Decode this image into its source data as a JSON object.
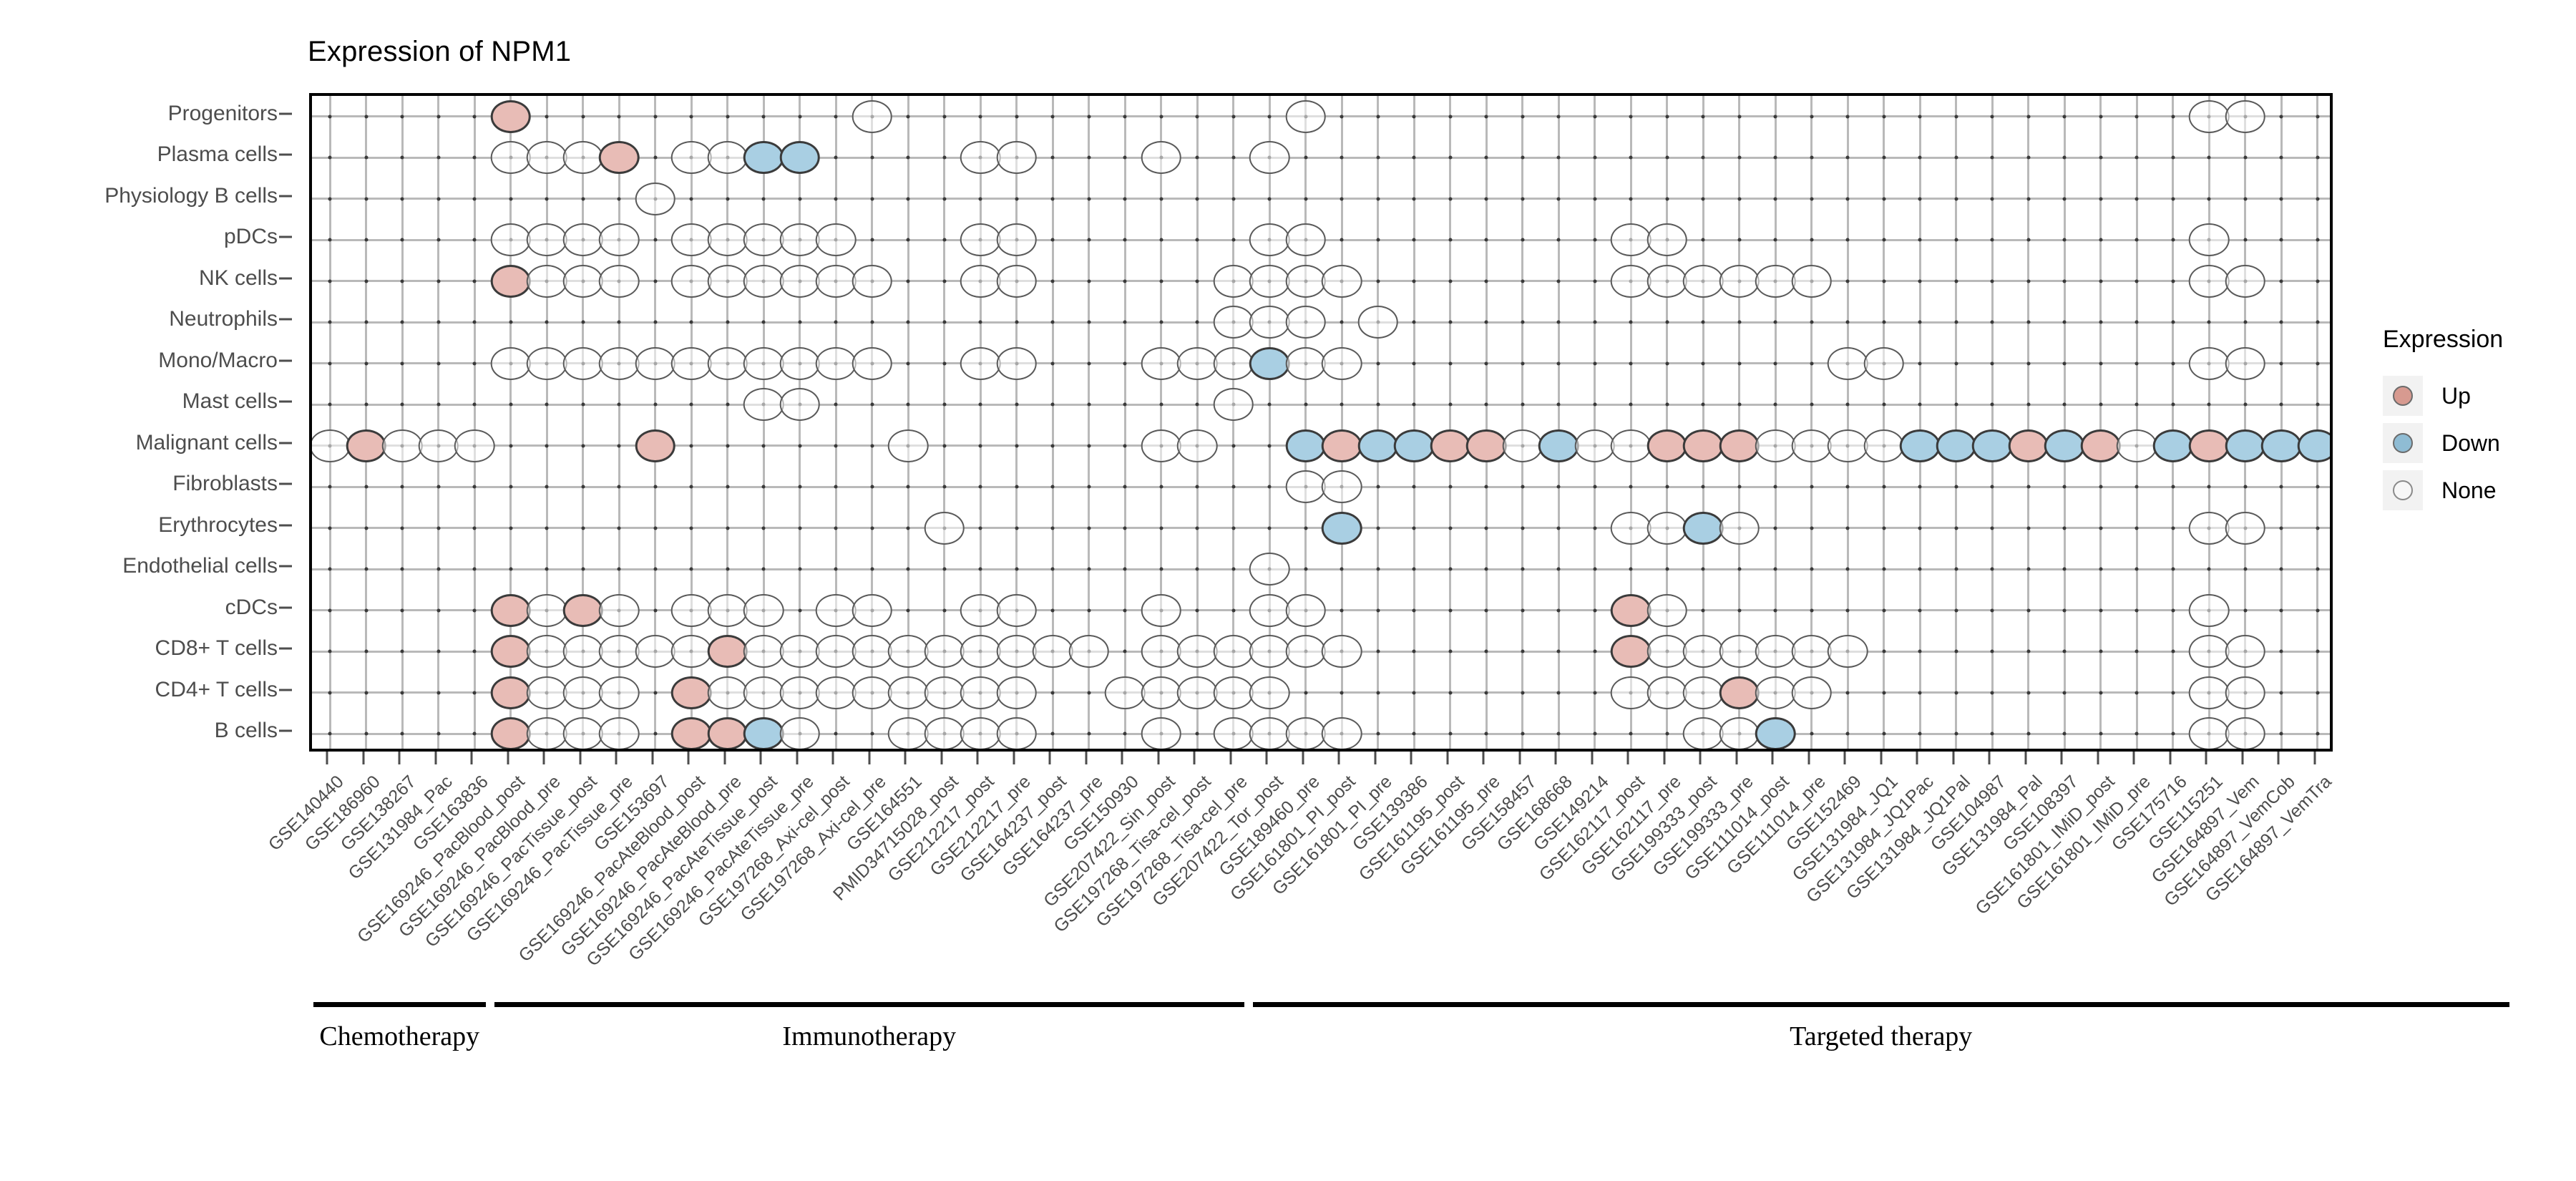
{
  "title": "Expression of NPM1",
  "legend": {
    "title": "Expression",
    "items": [
      {
        "label": "Up",
        "key": "up",
        "color": "#d79a90"
      },
      {
        "label": "Down",
        "key": "down",
        "color": "#8fbcd4"
      },
      {
        "label": "None",
        "key": "none",
        "color": "#f7f7f7"
      }
    ]
  },
  "groups": [
    {
      "label": "Chemotherapy",
      "start": 0,
      "end": 4
    },
    {
      "label": "Immunotherapy",
      "start": 5,
      "end": 25
    },
    {
      "label": "Targeted therapy",
      "start": 26,
      "end": 60
    }
  ],
  "chart_data": {
    "type": "heatmap",
    "title": "Expression of NPM1",
    "xlabel": "",
    "ylabel": "",
    "grid": true,
    "legend_position": "right",
    "value_levels": [
      "Up",
      "Down",
      "None"
    ],
    "categories_y": [
      "Progenitors",
      "Plasma cells",
      "Physiology B cells",
      "pDCs",
      "NK cells",
      "Neutrophils",
      "Mono/Macro",
      "Mast cells",
      "Malignant cells",
      "Fibroblasts",
      "Erythrocytes",
      "Endothelial cells",
      "cDCs",
      "CD8+ T cells",
      "CD4+ T cells",
      "B cells"
    ],
    "categories_x": [
      "GSE140440",
      "GSE186960",
      "GSE138267",
      "GSE131984_Pac",
      "GSE163836",
      "GSE169246_PacBlood_post",
      "GSE169246_PacBlood_pre",
      "GSE169246_PacTissue_post",
      "GSE169246_PacTissue_pre",
      "GSE153697",
      "GSE169246_PacAteBlood_post",
      "GSE169246_PacAteBlood_pre",
      "GSE169246_PacAteTissue_post",
      "GSE169246_PacAteTissue_pre",
      "GSE197268_Axi-cel_post",
      "GSE197268_Axi-cel_pre",
      "GSE164551",
      "PMID34715028_post",
      "GSE212217_post",
      "GSE212217_pre",
      "GSE164237_post",
      "GSE164237_pre",
      "GSE150930",
      "GSE207422_Sin_post",
      "GSE197268_Tisa-cel_post",
      "GSE197268_Tisa-cel_pre",
      "GSE207422_Tor_post",
      "GSE189460_pre",
      "GSE161801_PI_post",
      "GSE161801_PI_pre",
      "GSE139386",
      "GSE161195_post",
      "GSE161195_pre",
      "GSE158457",
      "GSE168668",
      "GSE149214",
      "GSE162117_post",
      "GSE162117_pre",
      "GSE199333_post",
      "GSE199333_pre",
      "GSE111014_post",
      "GSE111014_pre",
      "GSE152469",
      "GSE131984_JQ1",
      "GSE131984_JQ1Pac",
      "GSE131984_JQ1Pal",
      "GSE104987",
      "GSE131984_Pal",
      "GSE108397",
      "GSE161801_IMiD_post",
      "GSE161801_IMiD_pre",
      "GSE175716",
      "GSE115251",
      "GSE164897_Vem",
      "GSE164897_VemCob",
      "GSE164897_VemTra"
    ],
    "cells": [
      {
        "y": 0,
        "x": 5,
        "v": "Up"
      },
      {
        "y": 0,
        "x": 15,
        "v": "None"
      },
      {
        "y": 0,
        "x": 27,
        "v": "None"
      },
      {
        "y": 0,
        "x": 52,
        "v": "None"
      },
      {
        "y": 0,
        "x": 53,
        "v": "None"
      },
      {
        "y": 1,
        "x": 5,
        "v": "None"
      },
      {
        "y": 1,
        "x": 6,
        "v": "None"
      },
      {
        "y": 1,
        "x": 7,
        "v": "None"
      },
      {
        "y": 1,
        "x": 8,
        "v": "Up"
      },
      {
        "y": 1,
        "x": 10,
        "v": "None"
      },
      {
        "y": 1,
        "x": 11,
        "v": "None"
      },
      {
        "y": 1,
        "x": 12,
        "v": "Down"
      },
      {
        "y": 1,
        "x": 13,
        "v": "Down"
      },
      {
        "y": 1,
        "x": 18,
        "v": "None"
      },
      {
        "y": 1,
        "x": 19,
        "v": "None"
      },
      {
        "y": 1,
        "x": 23,
        "v": "None"
      },
      {
        "y": 1,
        "x": 26,
        "v": "None"
      },
      {
        "y": 2,
        "x": 9,
        "v": "None"
      },
      {
        "y": 3,
        "x": 5,
        "v": "None"
      },
      {
        "y": 3,
        "x": 6,
        "v": "None"
      },
      {
        "y": 3,
        "x": 7,
        "v": "None"
      },
      {
        "y": 3,
        "x": 8,
        "v": "None"
      },
      {
        "y": 3,
        "x": 10,
        "v": "None"
      },
      {
        "y": 3,
        "x": 11,
        "v": "None"
      },
      {
        "y": 3,
        "x": 12,
        "v": "None"
      },
      {
        "y": 3,
        "x": 13,
        "v": "None"
      },
      {
        "y": 3,
        "x": 14,
        "v": "None"
      },
      {
        "y": 3,
        "x": 18,
        "v": "None"
      },
      {
        "y": 3,
        "x": 19,
        "v": "None"
      },
      {
        "y": 3,
        "x": 26,
        "v": "None"
      },
      {
        "y": 3,
        "x": 27,
        "v": "None"
      },
      {
        "y": 3,
        "x": 36,
        "v": "None"
      },
      {
        "y": 3,
        "x": 37,
        "v": "None"
      },
      {
        "y": 3,
        "x": 52,
        "v": "None"
      },
      {
        "y": 4,
        "x": 5,
        "v": "Up"
      },
      {
        "y": 4,
        "x": 6,
        "v": "None"
      },
      {
        "y": 4,
        "x": 7,
        "v": "None"
      },
      {
        "y": 4,
        "x": 8,
        "v": "None"
      },
      {
        "y": 4,
        "x": 10,
        "v": "None"
      },
      {
        "y": 4,
        "x": 11,
        "v": "None"
      },
      {
        "y": 4,
        "x": 12,
        "v": "None"
      },
      {
        "y": 4,
        "x": 13,
        "v": "None"
      },
      {
        "y": 4,
        "x": 14,
        "v": "None"
      },
      {
        "y": 4,
        "x": 15,
        "v": "None"
      },
      {
        "y": 4,
        "x": 18,
        "v": "None"
      },
      {
        "y": 4,
        "x": 19,
        "v": "None"
      },
      {
        "y": 4,
        "x": 25,
        "v": "None"
      },
      {
        "y": 4,
        "x": 26,
        "v": "None"
      },
      {
        "y": 4,
        "x": 27,
        "v": "None"
      },
      {
        "y": 4,
        "x": 28,
        "v": "None"
      },
      {
        "y": 4,
        "x": 36,
        "v": "None"
      },
      {
        "y": 4,
        "x": 37,
        "v": "None"
      },
      {
        "y": 4,
        "x": 38,
        "v": "None"
      },
      {
        "y": 4,
        "x": 39,
        "v": "None"
      },
      {
        "y": 4,
        "x": 40,
        "v": "None"
      },
      {
        "y": 4,
        "x": 41,
        "v": "None"
      },
      {
        "y": 4,
        "x": 52,
        "v": "None"
      },
      {
        "y": 4,
        "x": 53,
        "v": "None"
      },
      {
        "y": 5,
        "x": 25,
        "v": "None"
      },
      {
        "y": 5,
        "x": 26,
        "v": "None"
      },
      {
        "y": 5,
        "x": 27,
        "v": "None"
      },
      {
        "y": 5,
        "x": 29,
        "v": "None"
      },
      {
        "y": 6,
        "x": 5,
        "v": "None"
      },
      {
        "y": 6,
        "x": 6,
        "v": "None"
      },
      {
        "y": 6,
        "x": 7,
        "v": "None"
      },
      {
        "y": 6,
        "x": 8,
        "v": "None"
      },
      {
        "y": 6,
        "x": 9,
        "v": "None"
      },
      {
        "y": 6,
        "x": 10,
        "v": "None"
      },
      {
        "y": 6,
        "x": 11,
        "v": "None"
      },
      {
        "y": 6,
        "x": 12,
        "v": "None"
      },
      {
        "y": 6,
        "x": 13,
        "v": "None"
      },
      {
        "y": 6,
        "x": 14,
        "v": "None"
      },
      {
        "y": 6,
        "x": 15,
        "v": "None"
      },
      {
        "y": 6,
        "x": 18,
        "v": "None"
      },
      {
        "y": 6,
        "x": 19,
        "v": "None"
      },
      {
        "y": 6,
        "x": 23,
        "v": "None"
      },
      {
        "y": 6,
        "x": 24,
        "v": "None"
      },
      {
        "y": 6,
        "x": 25,
        "v": "None"
      },
      {
        "y": 6,
        "x": 26,
        "v": "Down"
      },
      {
        "y": 6,
        "x": 27,
        "v": "None"
      },
      {
        "y": 6,
        "x": 28,
        "v": "None"
      },
      {
        "y": 6,
        "x": 42,
        "v": "None"
      },
      {
        "y": 6,
        "x": 43,
        "v": "None"
      },
      {
        "y": 6,
        "x": 52,
        "v": "None"
      },
      {
        "y": 6,
        "x": 53,
        "v": "None"
      },
      {
        "y": 7,
        "x": 12,
        "v": "None"
      },
      {
        "y": 7,
        "x": 13,
        "v": "None"
      },
      {
        "y": 7,
        "x": 25,
        "v": "None"
      },
      {
        "y": 8,
        "x": 0,
        "v": "None"
      },
      {
        "y": 8,
        "x": 1,
        "v": "Up"
      },
      {
        "y": 8,
        "x": 2,
        "v": "None"
      },
      {
        "y": 8,
        "x": 3,
        "v": "None"
      },
      {
        "y": 8,
        "x": 4,
        "v": "None"
      },
      {
        "y": 8,
        "x": 9,
        "v": "Up"
      },
      {
        "y": 8,
        "x": 16,
        "v": "None"
      },
      {
        "y": 8,
        "x": 23,
        "v": "None"
      },
      {
        "y": 8,
        "x": 24,
        "v": "None"
      },
      {
        "y": 8,
        "x": 27,
        "v": "Down"
      },
      {
        "y": 8,
        "x": 28,
        "v": "Up"
      },
      {
        "y": 8,
        "x": 29,
        "v": "Down"
      },
      {
        "y": 8,
        "x": 30,
        "v": "Down"
      },
      {
        "y": 8,
        "x": 31,
        "v": "Up"
      },
      {
        "y": 8,
        "x": 32,
        "v": "Up"
      },
      {
        "y": 8,
        "x": 33,
        "v": "None"
      },
      {
        "y": 8,
        "x": 34,
        "v": "Down"
      },
      {
        "y": 8,
        "x": 35,
        "v": "None"
      },
      {
        "y": 8,
        "x": 36,
        "v": "None"
      },
      {
        "y": 8,
        "x": 37,
        "v": "Up"
      },
      {
        "y": 8,
        "x": 38,
        "v": "Up"
      },
      {
        "y": 8,
        "x": 39,
        "v": "Up"
      },
      {
        "y": 8,
        "x": 40,
        "v": "None"
      },
      {
        "y": 8,
        "x": 41,
        "v": "None"
      },
      {
        "y": 8,
        "x": 42,
        "v": "None"
      },
      {
        "y": 8,
        "x": 43,
        "v": "None"
      },
      {
        "y": 8,
        "x": 44,
        "v": "Down"
      },
      {
        "y": 8,
        "x": 45,
        "v": "Down"
      },
      {
        "y": 8,
        "x": 46,
        "v": "Down"
      },
      {
        "y": 8,
        "x": 47,
        "v": "Up"
      },
      {
        "y": 8,
        "x": 48,
        "v": "Down"
      },
      {
        "y": 8,
        "x": 49,
        "v": "Up"
      },
      {
        "y": 8,
        "x": 50,
        "v": "None"
      },
      {
        "y": 8,
        "x": 51,
        "v": "Down"
      },
      {
        "y": 8,
        "x": 52,
        "v": "Up"
      },
      {
        "y": 8,
        "x": 53,
        "v": "Down"
      },
      {
        "y": 8,
        "x": 54,
        "v": "Down"
      },
      {
        "y": 8,
        "x": 55,
        "v": "Down"
      },
      {
        "y": 9,
        "x": 27,
        "v": "None"
      },
      {
        "y": 9,
        "x": 28,
        "v": "None"
      },
      {
        "y": 10,
        "x": 17,
        "v": "None"
      },
      {
        "y": 10,
        "x": 28,
        "v": "Down"
      },
      {
        "y": 10,
        "x": 36,
        "v": "None"
      },
      {
        "y": 10,
        "x": 37,
        "v": "None"
      },
      {
        "y": 10,
        "x": 38,
        "v": "Down"
      },
      {
        "y": 10,
        "x": 39,
        "v": "None"
      },
      {
        "y": 10,
        "x": 52,
        "v": "None"
      },
      {
        "y": 10,
        "x": 53,
        "v": "None"
      },
      {
        "y": 11,
        "x": 26,
        "v": "None"
      },
      {
        "y": 12,
        "x": 5,
        "v": "Up"
      },
      {
        "y": 12,
        "x": 6,
        "v": "None"
      },
      {
        "y": 12,
        "x": 7,
        "v": "Up"
      },
      {
        "y": 12,
        "x": 8,
        "v": "None"
      },
      {
        "y": 12,
        "x": 10,
        "v": "None"
      },
      {
        "y": 12,
        "x": 11,
        "v": "None"
      },
      {
        "y": 12,
        "x": 12,
        "v": "None"
      },
      {
        "y": 12,
        "x": 14,
        "v": "None"
      },
      {
        "y": 12,
        "x": 15,
        "v": "None"
      },
      {
        "y": 12,
        "x": 18,
        "v": "None"
      },
      {
        "y": 12,
        "x": 19,
        "v": "None"
      },
      {
        "y": 12,
        "x": 23,
        "v": "None"
      },
      {
        "y": 12,
        "x": 26,
        "v": "None"
      },
      {
        "y": 12,
        "x": 27,
        "v": "None"
      },
      {
        "y": 12,
        "x": 36,
        "v": "Up"
      },
      {
        "y": 12,
        "x": 37,
        "v": "None"
      },
      {
        "y": 12,
        "x": 52,
        "v": "None"
      },
      {
        "y": 13,
        "x": 5,
        "v": "Up"
      },
      {
        "y": 13,
        "x": 6,
        "v": "None"
      },
      {
        "y": 13,
        "x": 7,
        "v": "None"
      },
      {
        "y": 13,
        "x": 8,
        "v": "None"
      },
      {
        "y": 13,
        "x": 9,
        "v": "None"
      },
      {
        "y": 13,
        "x": 10,
        "v": "None"
      },
      {
        "y": 13,
        "x": 11,
        "v": "Up"
      },
      {
        "y": 13,
        "x": 12,
        "v": "None"
      },
      {
        "y": 13,
        "x": 13,
        "v": "None"
      },
      {
        "y": 13,
        "x": 14,
        "v": "None"
      },
      {
        "y": 13,
        "x": 15,
        "v": "None"
      },
      {
        "y": 13,
        "x": 16,
        "v": "None"
      },
      {
        "y": 13,
        "x": 17,
        "v": "None"
      },
      {
        "y": 13,
        "x": 18,
        "v": "None"
      },
      {
        "y": 13,
        "x": 19,
        "v": "None"
      },
      {
        "y": 13,
        "x": 20,
        "v": "None"
      },
      {
        "y": 13,
        "x": 21,
        "v": "None"
      },
      {
        "y": 13,
        "x": 23,
        "v": "None"
      },
      {
        "y": 13,
        "x": 24,
        "v": "None"
      },
      {
        "y": 13,
        "x": 25,
        "v": "None"
      },
      {
        "y": 13,
        "x": 26,
        "v": "None"
      },
      {
        "y": 13,
        "x": 27,
        "v": "None"
      },
      {
        "y": 13,
        "x": 28,
        "v": "None"
      },
      {
        "y": 13,
        "x": 36,
        "v": "Up"
      },
      {
        "y": 13,
        "x": 37,
        "v": "None"
      },
      {
        "y": 13,
        "x": 38,
        "v": "None"
      },
      {
        "y": 13,
        "x": 39,
        "v": "None"
      },
      {
        "y": 13,
        "x": 40,
        "v": "None"
      },
      {
        "y": 13,
        "x": 41,
        "v": "None"
      },
      {
        "y": 13,
        "x": 42,
        "v": "None"
      },
      {
        "y": 13,
        "x": 52,
        "v": "None"
      },
      {
        "y": 13,
        "x": 53,
        "v": "None"
      },
      {
        "y": 14,
        "x": 5,
        "v": "Up"
      },
      {
        "y": 14,
        "x": 6,
        "v": "None"
      },
      {
        "y": 14,
        "x": 7,
        "v": "None"
      },
      {
        "y": 14,
        "x": 8,
        "v": "None"
      },
      {
        "y": 14,
        "x": 10,
        "v": "Up"
      },
      {
        "y": 14,
        "x": 11,
        "v": "None"
      },
      {
        "y": 14,
        "x": 12,
        "v": "None"
      },
      {
        "y": 14,
        "x": 13,
        "v": "None"
      },
      {
        "y": 14,
        "x": 14,
        "v": "None"
      },
      {
        "y": 14,
        "x": 15,
        "v": "None"
      },
      {
        "y": 14,
        "x": 16,
        "v": "None"
      },
      {
        "y": 14,
        "x": 17,
        "v": "None"
      },
      {
        "y": 14,
        "x": 18,
        "v": "None"
      },
      {
        "y": 14,
        "x": 19,
        "v": "None"
      },
      {
        "y": 14,
        "x": 22,
        "v": "None"
      },
      {
        "y": 14,
        "x": 23,
        "v": "None"
      },
      {
        "y": 14,
        "x": 24,
        "v": "None"
      },
      {
        "y": 14,
        "x": 25,
        "v": "None"
      },
      {
        "y": 14,
        "x": 26,
        "v": "None"
      },
      {
        "y": 14,
        "x": 36,
        "v": "None"
      },
      {
        "y": 14,
        "x": 37,
        "v": "None"
      },
      {
        "y": 14,
        "x": 38,
        "v": "None"
      },
      {
        "y": 14,
        "x": 39,
        "v": "Up"
      },
      {
        "y": 14,
        "x": 40,
        "v": "None"
      },
      {
        "y": 14,
        "x": 41,
        "v": "None"
      },
      {
        "y": 14,
        "x": 52,
        "v": "None"
      },
      {
        "y": 14,
        "x": 53,
        "v": "None"
      },
      {
        "y": 15,
        "x": 5,
        "v": "Up"
      },
      {
        "y": 15,
        "x": 6,
        "v": "None"
      },
      {
        "y": 15,
        "x": 7,
        "v": "None"
      },
      {
        "y": 15,
        "x": 8,
        "v": "None"
      },
      {
        "y": 15,
        "x": 10,
        "v": "Up"
      },
      {
        "y": 15,
        "x": 11,
        "v": "Up"
      },
      {
        "y": 15,
        "x": 12,
        "v": "Down"
      },
      {
        "y": 15,
        "x": 13,
        "v": "None"
      },
      {
        "y": 15,
        "x": 16,
        "v": "None"
      },
      {
        "y": 15,
        "x": 17,
        "v": "None"
      },
      {
        "y": 15,
        "x": 18,
        "v": "None"
      },
      {
        "y": 15,
        "x": 19,
        "v": "None"
      },
      {
        "y": 15,
        "x": 23,
        "v": "None"
      },
      {
        "y": 15,
        "x": 25,
        "v": "None"
      },
      {
        "y": 15,
        "x": 26,
        "v": "None"
      },
      {
        "y": 15,
        "x": 27,
        "v": "None"
      },
      {
        "y": 15,
        "x": 28,
        "v": "None"
      },
      {
        "y": 15,
        "x": 38,
        "v": "None"
      },
      {
        "y": 15,
        "x": 39,
        "v": "None"
      },
      {
        "y": 15,
        "x": 40,
        "v": "Down"
      },
      {
        "y": 15,
        "x": 52,
        "v": "None"
      },
      {
        "y": 15,
        "x": 53,
        "v": "None"
      }
    ]
  }
}
